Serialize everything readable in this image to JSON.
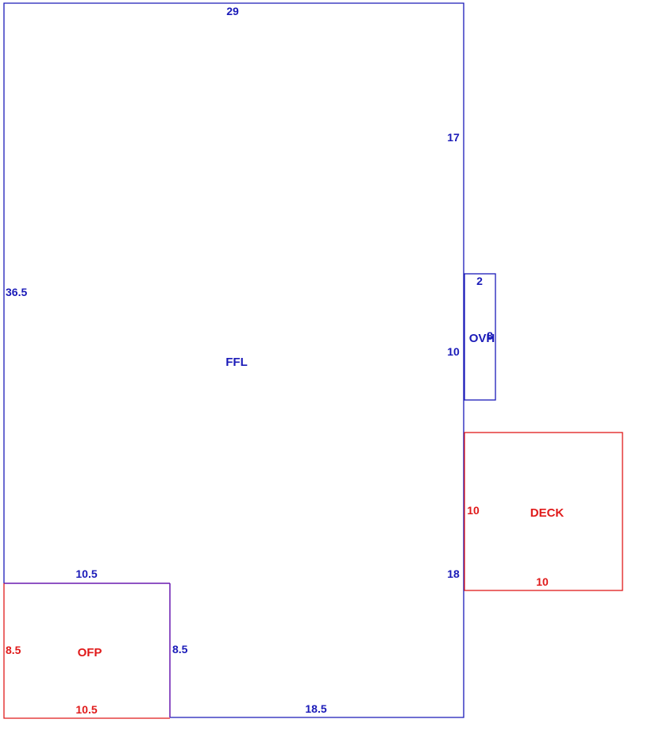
{
  "colors": {
    "main_line": "#1a1ab8",
    "addon_line": "#e01a1a",
    "background": "#ffffff"
  },
  "areas": {
    "ffl": {
      "name": "FFL",
      "dims": {
        "top": "29",
        "left": "36.5",
        "right_upper": "17",
        "right_middle": "10",
        "right_lower": "18",
        "bottom": "18.5",
        "notch_top": "10.5",
        "notch_side": "8.5"
      }
    },
    "ovh": {
      "name": "OVH",
      "dims": {
        "top": "2",
        "side": "8"
      }
    },
    "deck": {
      "name": "DECK",
      "dims": {
        "left": "10",
        "bottom": "10"
      }
    },
    "ofp": {
      "name": "OFP",
      "dims": {
        "left": "8.5",
        "bottom": "10.5"
      }
    }
  }
}
